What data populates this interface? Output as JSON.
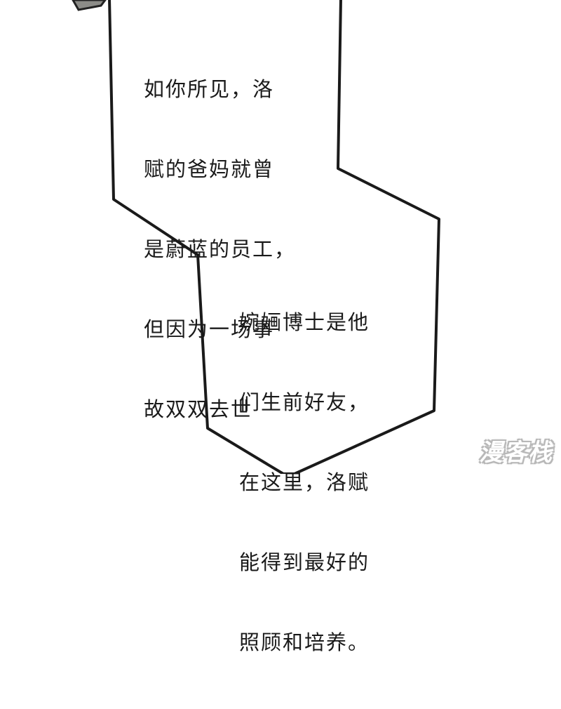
{
  "speech_bubble": {
    "lines": [
      "如你所见，洛",
      "赋的爸妈就曾",
      "是蔚蓝的员工，",
      "但因为一场事",
      "故双双去世"
    ]
  },
  "narration_box": {
    "lines": [
      "婉婳博士是他",
      "们生前好友，",
      "在这里，洛赋",
      "能得到最好的",
      "照顾和培养。"
    ]
  },
  "watermark": {
    "text": "漫客栈"
  },
  "colors": {
    "background": "#ffffff",
    "outline": "#1a1a1a",
    "top_left_texture": "#8c8c88"
  }
}
